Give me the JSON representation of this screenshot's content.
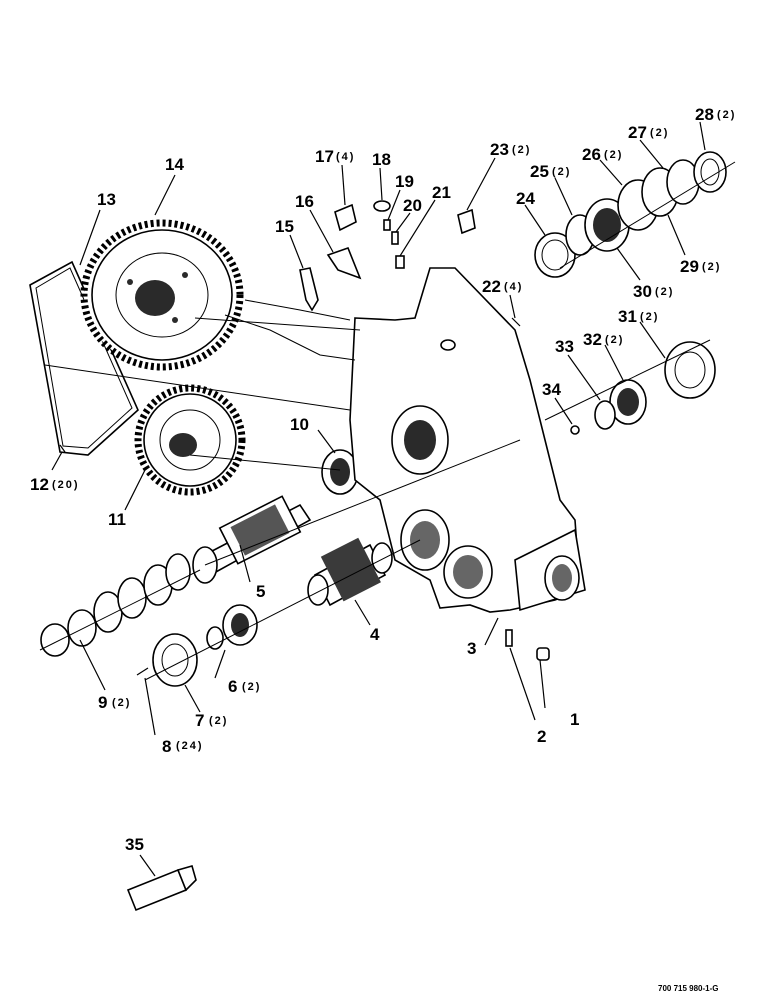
{
  "callouts": [
    {
      "id": "1",
      "label": "1",
      "qty": ""
    },
    {
      "id": "2",
      "label": "2",
      "qty": ""
    },
    {
      "id": "3",
      "label": "3",
      "qty": ""
    },
    {
      "id": "4",
      "label": "4",
      "qty": ""
    },
    {
      "id": "5",
      "label": "5",
      "qty": ""
    },
    {
      "id": "6",
      "label": "6",
      "qty": "(2)"
    },
    {
      "id": "7",
      "label": "7",
      "qty": "(2)"
    },
    {
      "id": "8",
      "label": "8",
      "qty": "(24)"
    },
    {
      "id": "9",
      "label": "9",
      "qty": "(2)"
    },
    {
      "id": "10",
      "label": "10",
      "qty": ""
    },
    {
      "id": "11",
      "label": "11",
      "qty": ""
    },
    {
      "id": "12",
      "label": "12",
      "qty": "(20)"
    },
    {
      "id": "13",
      "label": "13",
      "qty": ""
    },
    {
      "id": "14",
      "label": "14",
      "qty": ""
    },
    {
      "id": "15",
      "label": "15",
      "qty": ""
    },
    {
      "id": "16",
      "label": "16",
      "qty": ""
    },
    {
      "id": "17",
      "label": "17",
      "qty": "(4)"
    },
    {
      "id": "18",
      "label": "18",
      "qty": ""
    },
    {
      "id": "19",
      "label": "19",
      "qty": ""
    },
    {
      "id": "20",
      "label": "20",
      "qty": ""
    },
    {
      "id": "21",
      "label": "21",
      "qty": ""
    },
    {
      "id": "22",
      "label": "22",
      "qty": "(4)"
    },
    {
      "id": "23",
      "label": "23",
      "qty": "(2)"
    },
    {
      "id": "24",
      "label": "24",
      "qty": ""
    },
    {
      "id": "25",
      "label": "25",
      "qty": "(2)"
    },
    {
      "id": "26",
      "label": "26",
      "qty": "(2)"
    },
    {
      "id": "27",
      "label": "27",
      "qty": "(2)"
    },
    {
      "id": "28",
      "label": "28",
      "qty": "(2)"
    },
    {
      "id": "29",
      "label": "29",
      "qty": "(2)"
    },
    {
      "id": "30",
      "label": "30",
      "qty": "(2)"
    },
    {
      "id": "31",
      "label": "31",
      "qty": "(2)"
    },
    {
      "id": "32",
      "label": "32",
      "qty": "(2)"
    },
    {
      "id": "33",
      "label": "33",
      "qty": ""
    },
    {
      "id": "34",
      "label": "34",
      "qty": ""
    },
    {
      "id": "35",
      "label": "35",
      "qty": ""
    }
  ],
  "drawing_ref": "700 715 980-1-G"
}
